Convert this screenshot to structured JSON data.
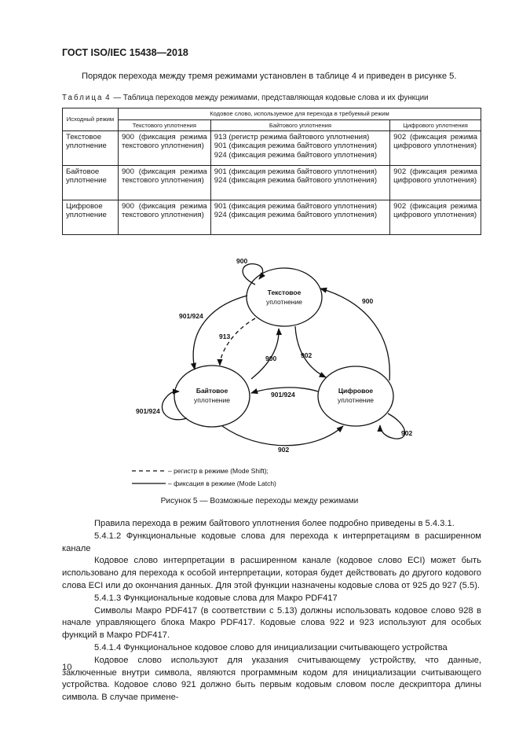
{
  "header": {
    "title": "ГОСТ ISO/IEC 15438—2018"
  },
  "intro": "Порядок перехода между тремя режимами установлен в таблице 4 и приведен в рисунке 5.",
  "table": {
    "caption_label": "Таблица",
    "caption_num": "4",
    "caption_text": "— Таблица переходов между режимами, представляющая кодовые слова и их функции",
    "corner_header": "Исходный режим",
    "group_header": "Кодовое слово, используемое для перехода в требуемый режим",
    "col_headers": [
      "Текстового уплотнения",
      "Байтового уплотнения",
      "Цифрового уплотнения"
    ],
    "rows": [
      {
        "mode": "Текстовое уплотнение",
        "cells": [
          "900 (фиксация режима текстового уплотнения)",
          "913 (регистр режима байтового уплотнения)\n901 (фиксация режима байтового уплотнения)\n924 (фиксация режима байтового уплотнения)",
          "902 (фиксация режима цифрового уплотнения)"
        ]
      },
      {
        "mode": "Байтовое уплотнение",
        "cells": [
          "900 (фиксация режима текстового уплотнения)",
          "901 (фиксация режима байтового уплотнения)\n924 (фиксация режима байтового уплотнения)",
          "902 (фиксация режима цифрового уплотнения)"
        ]
      },
      {
        "mode": "Цифровое уплотнение",
        "cells": [
          "900 (фиксация режима текстового уплотнения)",
          "901 (фиксация режима байтового уплотнения)\n924 (фиксация режима байтового уплотнения)",
          "902 (фиксация режима цифрового уплотнения)"
        ]
      }
    ]
  },
  "figure": {
    "nodes": {
      "text": [
        "Текстовое",
        "уплотнение"
      ],
      "byte": [
        "Байтовое",
        "уплотнение"
      ],
      "digit": [
        "Цифровое",
        "уплотнение"
      ]
    },
    "edge_labels": {
      "self_text": "900",
      "text_to_digit_outer": "900",
      "byte_to_text_outer": "901/924",
      "shift_913": "913",
      "byte_to_text_inner": "900",
      "text_to_digit_inner": "902",
      "digit_to_byte_inner": "901/924",
      "self_byte": "901/924",
      "self_digit": "902",
      "byte_to_digit_outer": "902"
    },
    "legend": {
      "shift": "– регистр в режиме (Mode Shift);",
      "latch": "– фиксация в режиме (Mode Latch)"
    },
    "caption": "Рисунок 5 — Возможные переходы между режимами"
  },
  "paragraphs": [
    "Правила перехода в режим байтового уплотнения более подробно приведены в 5.4.3.1.",
    "5.4.1.2 Функциональные кодовые слова для перехода к интерпретациям в расширенном канале",
    "Кодовое слово интерпретации в расширенном канале (кодовое слово ECI) может быть использовано для перехода к особой интерпретации, которая будет действовать до другого кодового слова ECI или до окончания данных. Для этой функции назначены кодовые слова от 925 до 927 (5.5).",
    "5.4.1.3 Функциональные кодовые слова для Макро PDF417",
    "Символы Макро PDF417 (в соответствии с 5.13) должны использовать кодовое слово 928 в начале управляющего блока Макро PDF417. Кодовые слова 922 и 923 используют для особых функций в Макро PDF417.",
    "5.4.1.4 Функциональное кодовое слово для инициализации считывающего устройства",
    "Кодовое слово используют для указания считывающему устройству, что данные, заключенные внутри символа, являются программным кодом для инициализации считывающего устройства. Кодовое слово 921 должно быть первым кодовым словом после дескриптора длины символа. В случае примене-"
  ],
  "page_number": "10"
}
